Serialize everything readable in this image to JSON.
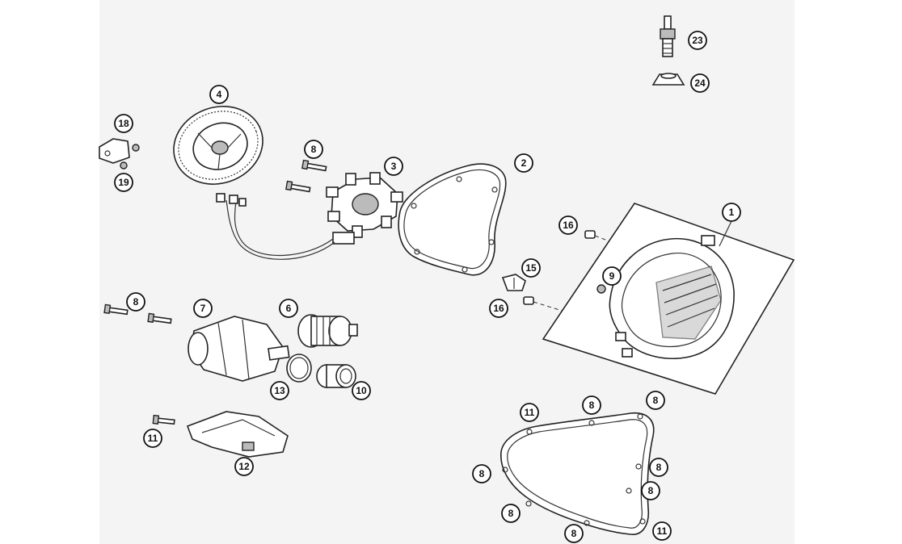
{
  "callouts": [
    {
      "id": "c1",
      "label": "1"
    },
    {
      "id": "c2",
      "label": "2"
    },
    {
      "id": "c3",
      "label": "3"
    },
    {
      "id": "c4",
      "label": "4"
    },
    {
      "id": "c6",
      "label": "6"
    },
    {
      "id": "c7",
      "label": "7"
    },
    {
      "id": "c8a",
      "label": "8"
    },
    {
      "id": "c8b",
      "label": "8"
    },
    {
      "id": "c8c",
      "label": "8"
    },
    {
      "id": "c8d",
      "label": "8"
    },
    {
      "id": "c8e",
      "label": "8"
    },
    {
      "id": "c8f",
      "label": "8"
    },
    {
      "id": "c8g",
      "label": "8"
    },
    {
      "id": "c8h",
      "label": "8"
    },
    {
      "id": "c8i",
      "label": "8"
    },
    {
      "id": "c9",
      "label": "9"
    },
    {
      "id": "c10",
      "label": "10"
    },
    {
      "id": "c11a",
      "label": "11"
    },
    {
      "id": "c11b",
      "label": "11"
    },
    {
      "id": "c11c",
      "label": "11"
    },
    {
      "id": "c12",
      "label": "12"
    },
    {
      "id": "c13",
      "label": "13"
    },
    {
      "id": "c15",
      "label": "15"
    },
    {
      "id": "c16a",
      "label": "16"
    },
    {
      "id": "c16b",
      "label": "16"
    },
    {
      "id": "c18",
      "label": "18"
    },
    {
      "id": "c19",
      "label": "19"
    },
    {
      "id": "c23",
      "label": "23"
    },
    {
      "id": "c24",
      "label": "24"
    }
  ]
}
